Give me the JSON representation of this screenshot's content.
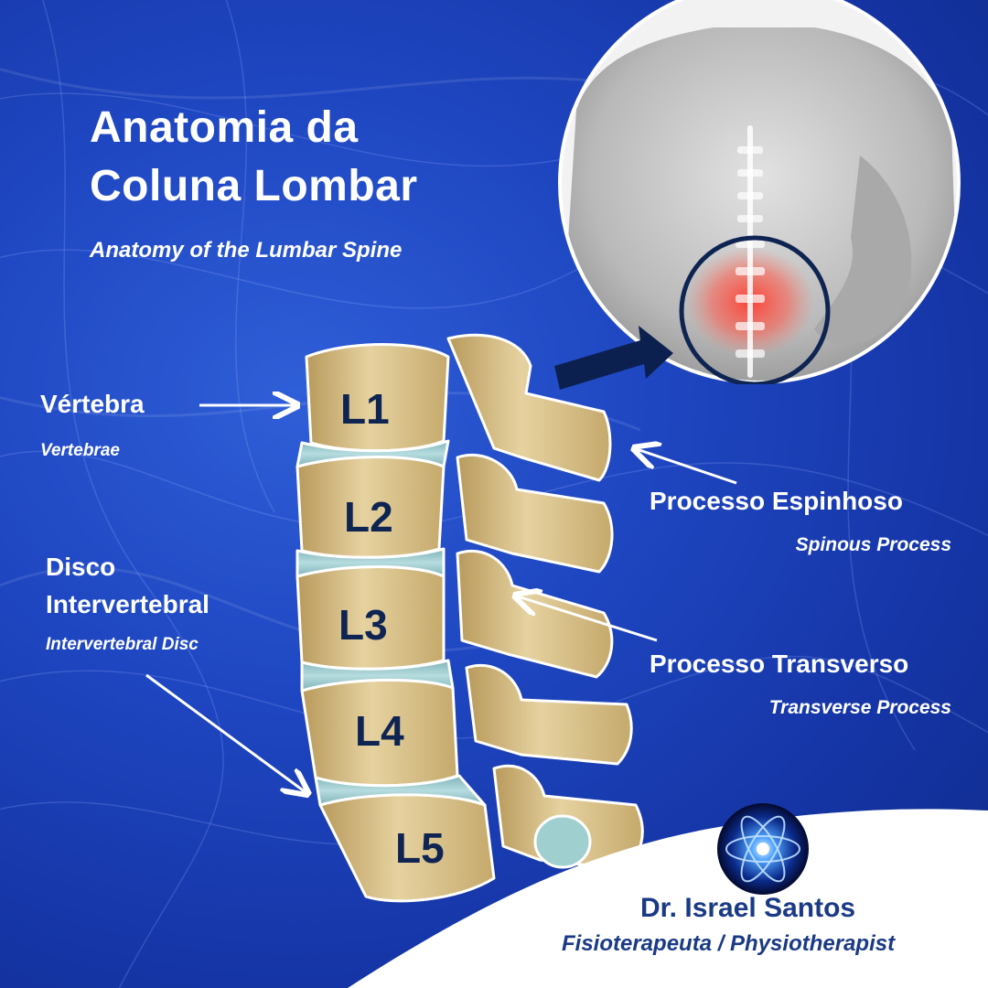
{
  "title": {
    "line1": "Anatomia da",
    "line2": "Coluna Lombar",
    "subtitle": "Anatomy of the Lumbar Spine"
  },
  "labels": {
    "vertebra_pt": "Vértebra",
    "vertebra_en": "Vertebrae",
    "disc_pt_line1": "Disco",
    "disc_pt_line2": "Intervertebral",
    "disc_en": "Intervertebral Disc",
    "spinous_pt": "Processo Espinhoso",
    "spinous_en": "Spinous  Process",
    "transverse_pt": "Processo Transverso",
    "transverse_en": "Transverse Process"
  },
  "vertebrae": [
    "L1",
    "L2",
    "L3",
    "L4",
    "L5"
  ],
  "footer": {
    "author": "Dr. Israel Santos",
    "role": "Fisioterapeuta  /  Physiotherapist"
  },
  "icons": {
    "logo": "atom-logo-icon",
    "photo": "back-pain-photo"
  },
  "colors": {
    "background": "#1f47c2",
    "bone": "#d8c08a",
    "disc": "#8fbcc0",
    "label_dark": "#0e2452",
    "footer_text": "#1a3a86",
    "arrow_dark": "#0c2050"
  }
}
